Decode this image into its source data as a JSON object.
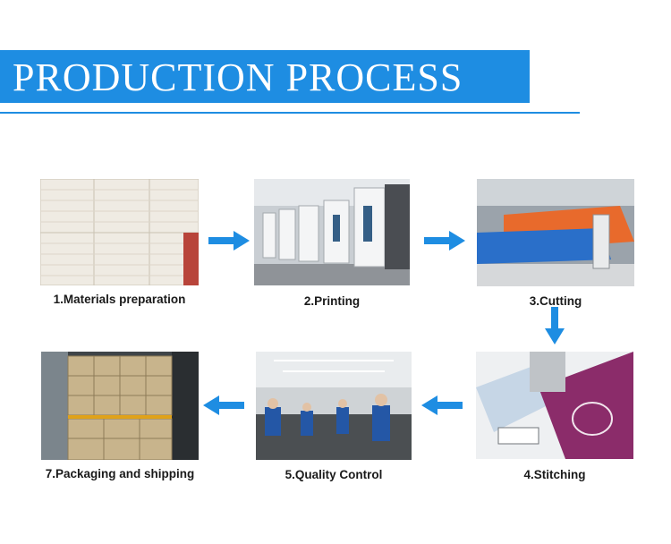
{
  "header": {
    "title": "PRODUCTION PROCESS",
    "accent_color": "#1e8de2"
  },
  "steps": [
    {
      "label": "1.Materials preparation",
      "icon": "paper-stacks-photo"
    },
    {
      "label": "2.Printing",
      "icon": "printing-press-photo"
    },
    {
      "label": "3.Cutting",
      "icon": "cutting-machine-photo"
    },
    {
      "label": "4.Stitching",
      "icon": "sewing-machine-photo"
    },
    {
      "label": "5.Quality Control",
      "icon": "factory-floor-photo"
    },
    {
      "label": "7.Packaging and shipping",
      "icon": "container-boxes-photo"
    }
  ],
  "arrow_color": "#1e8de2"
}
